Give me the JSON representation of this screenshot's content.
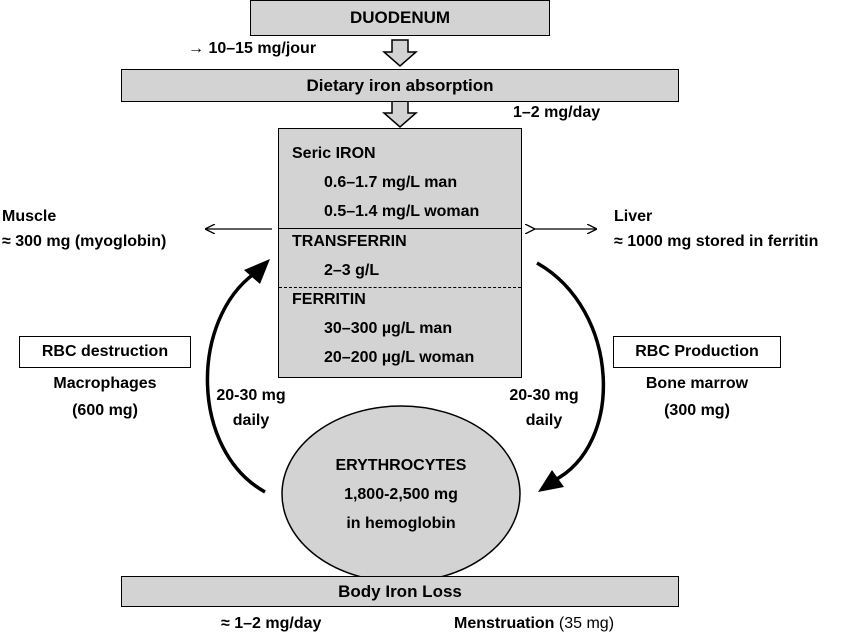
{
  "duodenum": {
    "label": "DUODENUM",
    "intake": "→ 10–15 mg/jour"
  },
  "absorption": {
    "label": "Dietary iron absorption",
    "rate": "1–2 mg/day"
  },
  "serum": {
    "seric_title": "Seric IRON",
    "seric_man": "0.6–1.7 mg/L man",
    "seric_woman": "0.5–1.4 mg/L woman",
    "transferrin_title": "TRANSFERRIN",
    "transferrin_value": "2–3 g/L",
    "ferritin_title": "FERRITIN",
    "ferritin_man": "30–300 µg/L man",
    "ferritin_woman": "20–200 µg/L woman"
  },
  "muscle": {
    "title": "Muscle",
    "value": "≈ 300 mg (myoglobin)"
  },
  "liver": {
    "title": "Liver",
    "value": "≈ 1000 mg stored in ferritin"
  },
  "destruction": {
    "box": "RBC destruction",
    "site": "Macrophages",
    "amount": "(600 mg)",
    "flow": "20-30 mg",
    "flow_unit": "daily"
  },
  "production": {
    "box": "RBC Production",
    "site": "Bone marrow",
    "amount": "(300 mg)",
    "flow": "20-30 mg",
    "flow_unit": "daily"
  },
  "erythrocytes": {
    "title": "ERYTHROCYTES",
    "amount": "1,800-2,500 mg",
    "where": "in hemoglobin"
  },
  "loss": {
    "label": "Body Iron Loss",
    "daily": "≈ 1–2 mg/day",
    "menstruation_label": "Menstruation",
    "menstruation_value": "(35 mg)"
  },
  "colors": {
    "box_fill": "#d3d3d3",
    "stroke": "#000000"
  }
}
